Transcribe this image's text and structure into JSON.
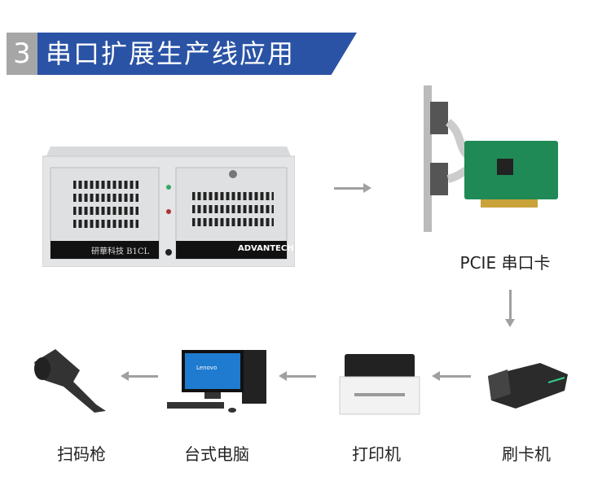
{
  "header": {
    "number": "3",
    "title": "串口扩展生产线应用"
  },
  "devices": {
    "ipc": {
      "brand_left": "研華科技 B1CL",
      "brand_right": "ADVANTECH"
    },
    "pcie_card": {
      "label": "PCIE 串口卡"
    },
    "card_reader": {
      "label": "刷卡机"
    },
    "printer": {
      "label": "打印机"
    },
    "desktop": {
      "label": "台式电脑",
      "screen_text": "Lenovo"
    },
    "scanner": {
      "label": "扫码枪"
    }
  },
  "colors": {
    "accent": "#2a53a5",
    "number_bg": "#a6a6a6",
    "arrow": "#a0a0a0"
  }
}
